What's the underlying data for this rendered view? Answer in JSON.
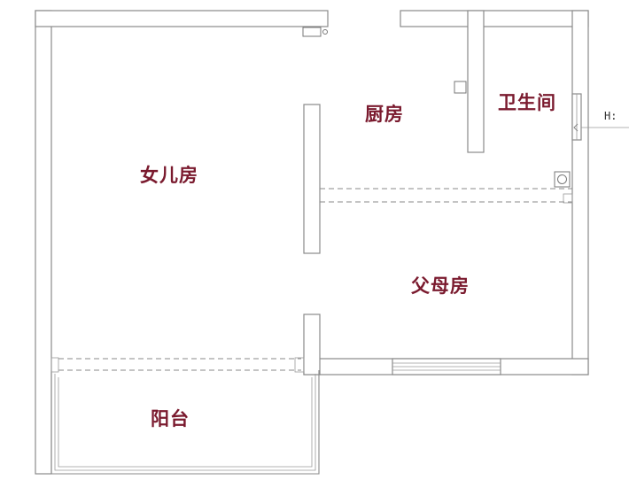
{
  "rooms": {
    "daughter": "女儿房",
    "kitchen": "厨房",
    "bathroom": "卫生间",
    "parents": "父母房",
    "balcony": "阳台"
  },
  "markers": {
    "height_marker": "H:"
  },
  "colors": {
    "room_label": "#7a1a2e",
    "wall": "#8a8a8a"
  }
}
